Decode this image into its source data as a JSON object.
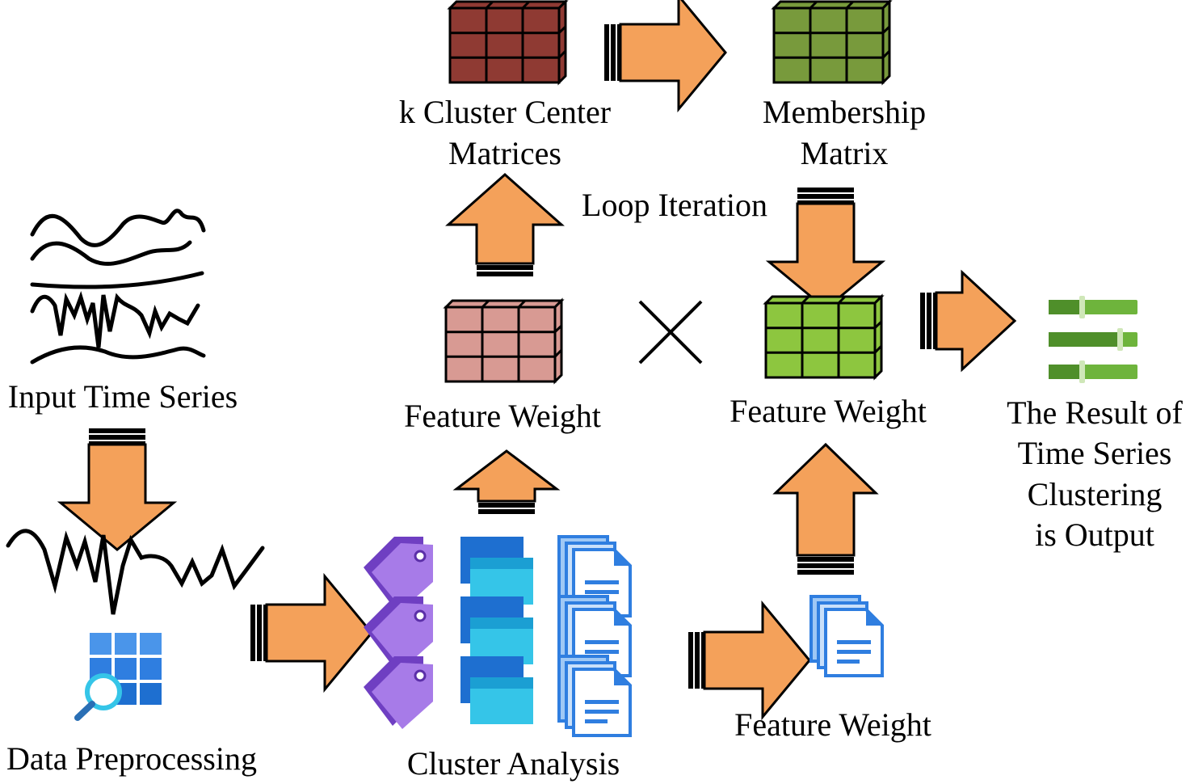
{
  "labels": {
    "input_time_series": "Input Time Series",
    "data_preprocessing": "Data Preprocessing",
    "cluster_analysis": "Cluster Analysis",
    "feature_weight_bottom": "Feature Weight",
    "feature_weight_right": "Feature Weight",
    "feature_weight_center": "Feature Weight",
    "cluster_center_line1": "k Cluster Center",
    "cluster_center_line2": "Matrices",
    "membership_line1": "Membership",
    "membership_line2": "Matrix",
    "loop_iteration": "Loop Iteration",
    "result_line1": "The Result of",
    "result_line2": "Time Series",
    "result_line3": "Clustering",
    "result_line4": "is Output"
  },
  "colors": {
    "arrow_fill": "#F4A15A",
    "matrix_red": "#8F3A33",
    "matrix_green_dark": "#789A3C",
    "matrix_pink": "#D89A93",
    "matrix_green_light": "#8DC63F",
    "tag_purple": "#8C59D6",
    "doc_blue": "#2F7EE0",
    "cyan_panel": "#35C5E8",
    "slider_green": "#6EB43C"
  },
  "icons": {
    "multiply": "multiply-icon",
    "search_grid": "search-grid-icon",
    "slider_output": "slider-settings-icon"
  }
}
